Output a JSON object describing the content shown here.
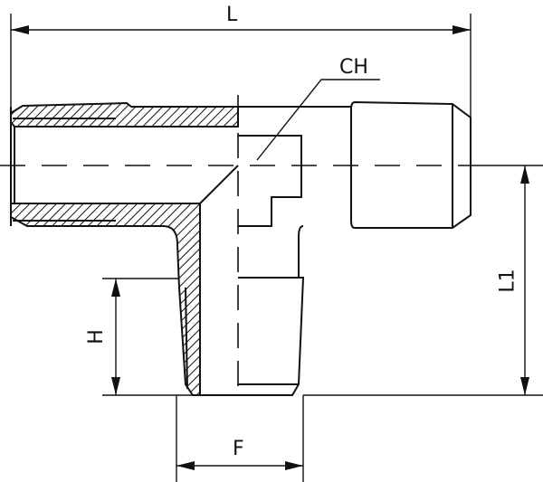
{
  "dimensions": {
    "L": "L",
    "L1": "L1",
    "H": "H",
    "F": "F",
    "CH": "CH"
  },
  "colors": {
    "line": "#111111",
    "background": "#ffffff"
  }
}
